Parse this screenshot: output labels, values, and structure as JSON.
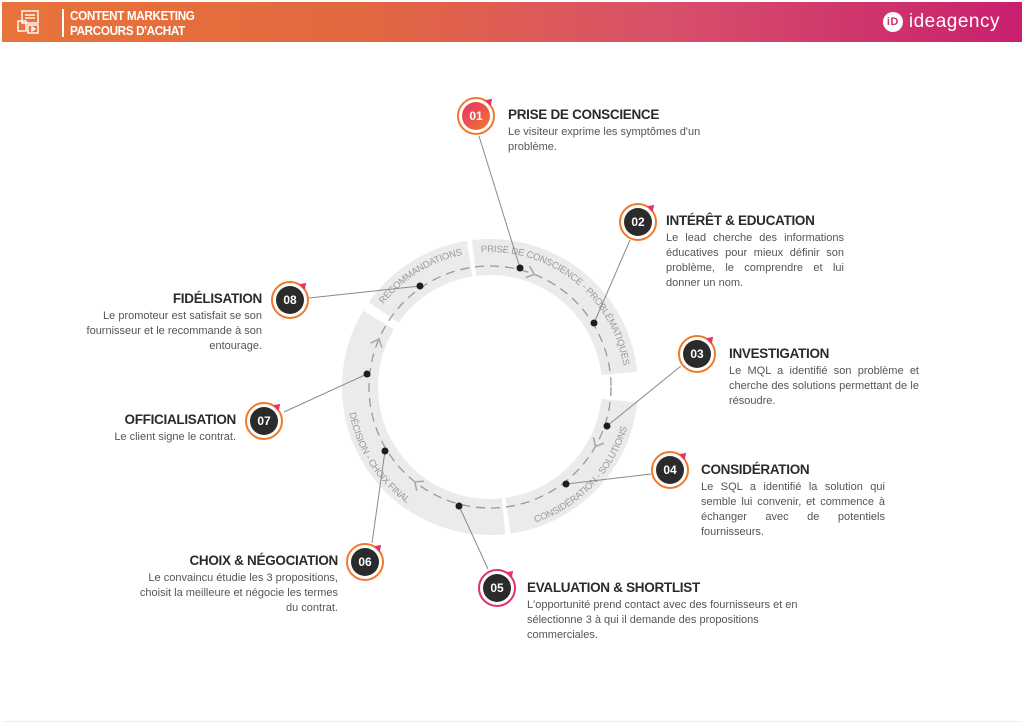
{
  "header": {
    "title_line1": "CONTENT MARKETING",
    "title_line2": "PARCOURS D'ACHAT",
    "logo_mark": "iD",
    "logo_text": "ideagency",
    "icon": "content-marketing-icon",
    "gradient": [
      "#e8733a",
      "#c8206e"
    ]
  },
  "colors": {
    "badge_ring": "#f07a2a",
    "badge_core": "#2b2b2b",
    "accent_pink": "#e8306a",
    "ring_band": "#ebebeb",
    "ring_text": "#9a9a9a"
  },
  "ring_labels": [
    "RECOMMANDATIONS",
    "PRISE DE CONSCIENCE - PROBLÉMATIQUES",
    "CONSIDÉRATION - SOLUTIONS",
    "DÉCISION - CHOIX FINAL"
  ],
  "stages": [
    {
      "number": "01",
      "title": "PRISE DE CONSCIENCE",
      "description": "Le visiteur exprime les symptômes d'un problème."
    },
    {
      "number": "02",
      "title": "INTÉRÊT & EDUCATION",
      "description": "Le lead cherche des informations éducatives pour mieux définir son problème, le comprendre et lui donner un nom."
    },
    {
      "number": "03",
      "title": "INVESTIGATION",
      "description": "Le MQL a identifié son problème et cherche des solutions permettant de le résoudre."
    },
    {
      "number": "04",
      "title": "CONSIDÉRATION",
      "description": "Le SQL a identifié la solution qui semble lui convenir, et commence à échanger avec de potentiels fournisseurs."
    },
    {
      "number": "05",
      "title": "EVALUATION & SHORTLIST",
      "description": "L'opportunité prend contact avec des fournisseurs et en sélectionne 3 à qui il demande des propositions commerciales."
    },
    {
      "number": "06",
      "title": "CHOIX & NÉGOCIATION",
      "description": "Le convaincu étudie les 3 propositions, choisit la meilleure et négocie les termes du contrat."
    },
    {
      "number": "07",
      "title": "OFFICIALISATION",
      "description": "Le client signe le contrat."
    },
    {
      "number": "08",
      "title": "FIDÉLISATION",
      "description": "Le promoteur est satisfait se son fournisseur et le recommande à son entourage."
    }
  ]
}
